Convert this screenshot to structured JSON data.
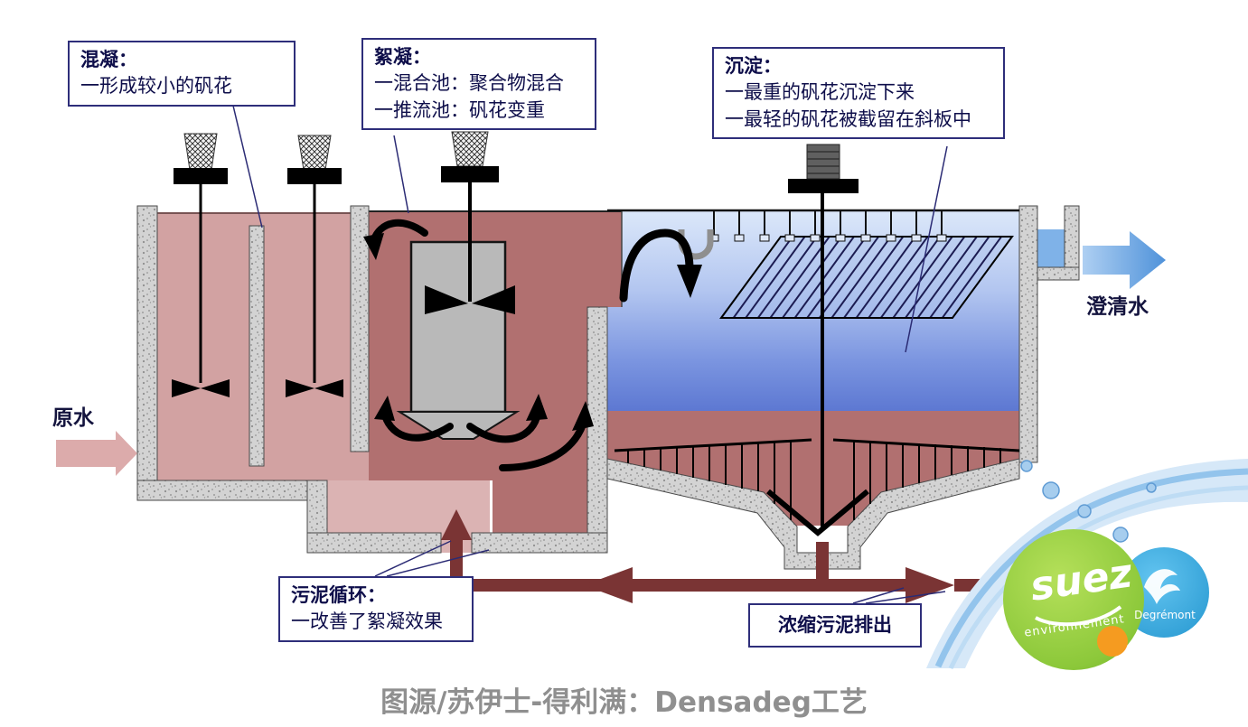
{
  "callouts": {
    "coagulation": {
      "title": "混凝：",
      "lines": [
        "一形成较小的矾花"
      ]
    },
    "flocculation": {
      "title": "絮凝：",
      "lines": [
        "一混合池：聚合物混合",
        "一推流池：矾花变重"
      ]
    },
    "sedimentation": {
      "title": "沉淀：",
      "lines": [
        "一最重的矾花沉淀下来",
        "一最轻的矾花被截留在斜板中"
      ]
    },
    "sludge_recirculation": {
      "title": "污泥循环：",
      "lines": [
        "一改善了絮凝效果"
      ]
    },
    "sludge_discharge": {
      "label": "浓缩污泥排出"
    }
  },
  "labels": {
    "raw_water": "原水",
    "clarified_water": "澄清水"
  },
  "caption": "图源/苏伊士-得利满：Densadeg工艺",
  "logos": {
    "suez": "suez",
    "suez_sub": "environnement",
    "degremont": "Degrémont"
  },
  "colors": {
    "callout_border": "#2e2e7a",
    "raw_water_arrow": "#dcabab",
    "clarified_water_arrow": "#4f92da",
    "coagulation_liquid": "#d2a2a2",
    "flocculation_liquid": "#b17070",
    "sludge_zone": "#b17070",
    "water_top": "#dce8fa",
    "water_bottom": "#5d78d2",
    "sludge_pipe": "#7a3434",
    "suez_green": "#8cc83a",
    "degremont_blue": "#2496cf",
    "accent_orange": "#f59b20"
  }
}
